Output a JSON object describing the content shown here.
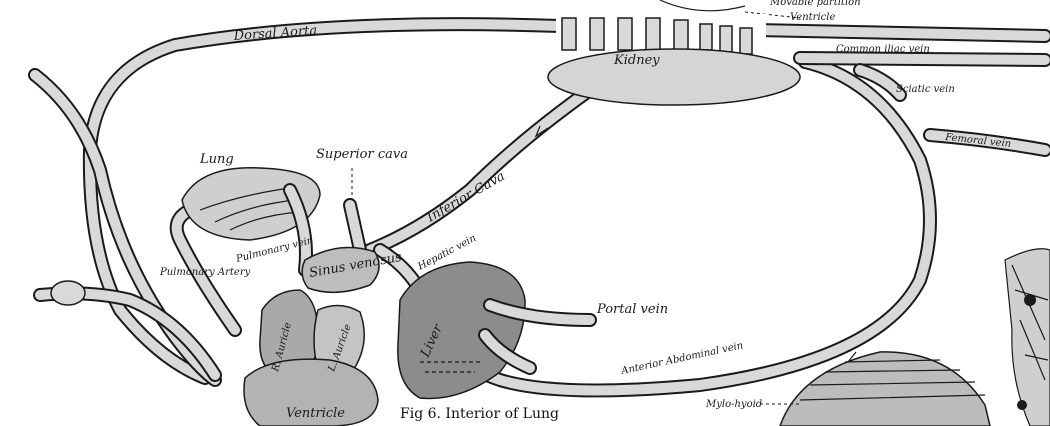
{
  "labels": {
    "movable_partition": "Movable partition",
    "ventricle_top": "Ventricle",
    "dorsal_aorta": "Dorsal Aorta",
    "common_iliac_vein": "Common iliac vein",
    "kidney": "Kidney",
    "sciatic_vein": "Sciatic vein",
    "femoral_vein": "Femoral vein",
    "lung": "Lung",
    "superior_cava": "Superior cava",
    "inferior_cava": "Inferior Cava",
    "pulmonary_vein": "Pulmonary vein",
    "hepatic_vein": "Hepatic vein",
    "sinus_venosus": "Sinus venosus",
    "pulmonary_artery": "Pulmonary Artery",
    "r_auricle": "R. Auricle",
    "l_auricle": "L. Auricle",
    "portal_vein": "Portal vein",
    "liver": "Liver",
    "anterior_abdominal_vein": "Anterior Abdominal vein",
    "ventricle": "Ventricle",
    "mylo_hyoid": "Mylo-hyoid"
  },
  "caption": "Fig 6. Interior of Lung",
  "colors": {
    "ink": "#1a1a1a",
    "vessel_fill": "#d9d9d9",
    "organ_light": "#cfcfcf",
    "organ_mid": "#a9a9a9",
    "organ_dark": "#8c8c8c"
  }
}
